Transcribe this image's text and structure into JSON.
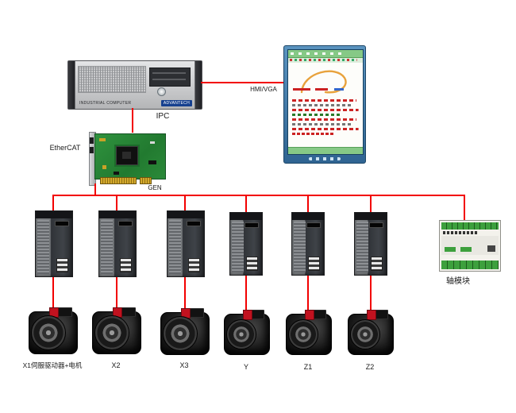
{
  "ipc": {
    "label": "IPC",
    "panel_text": "INDUSTRIAL COMPUTER",
    "brand": "ADVANTECH"
  },
  "ethercat_card": {
    "label": "EtherCAT",
    "card_name": "GEN"
  },
  "hmi": {
    "connection_label": "HMI/VGA"
  },
  "axis_module": {
    "label": "轴模块"
  },
  "axes": [
    {
      "label": "X1伺服驱动器+电机"
    },
    {
      "label": "X2"
    },
    {
      "label": "X3"
    },
    {
      "label": "Y"
    },
    {
      "label": "Z1"
    },
    {
      "label": "Z2"
    }
  ],
  "colors": {
    "wire_red": "#f20000",
    "pcb_green": "#2f923e",
    "monitor_frame_blue": "#38719f",
    "terminal_green": "#3da03d",
    "hmi_header_green": "#86c986",
    "curve_orange": "#e8a23c"
  }
}
